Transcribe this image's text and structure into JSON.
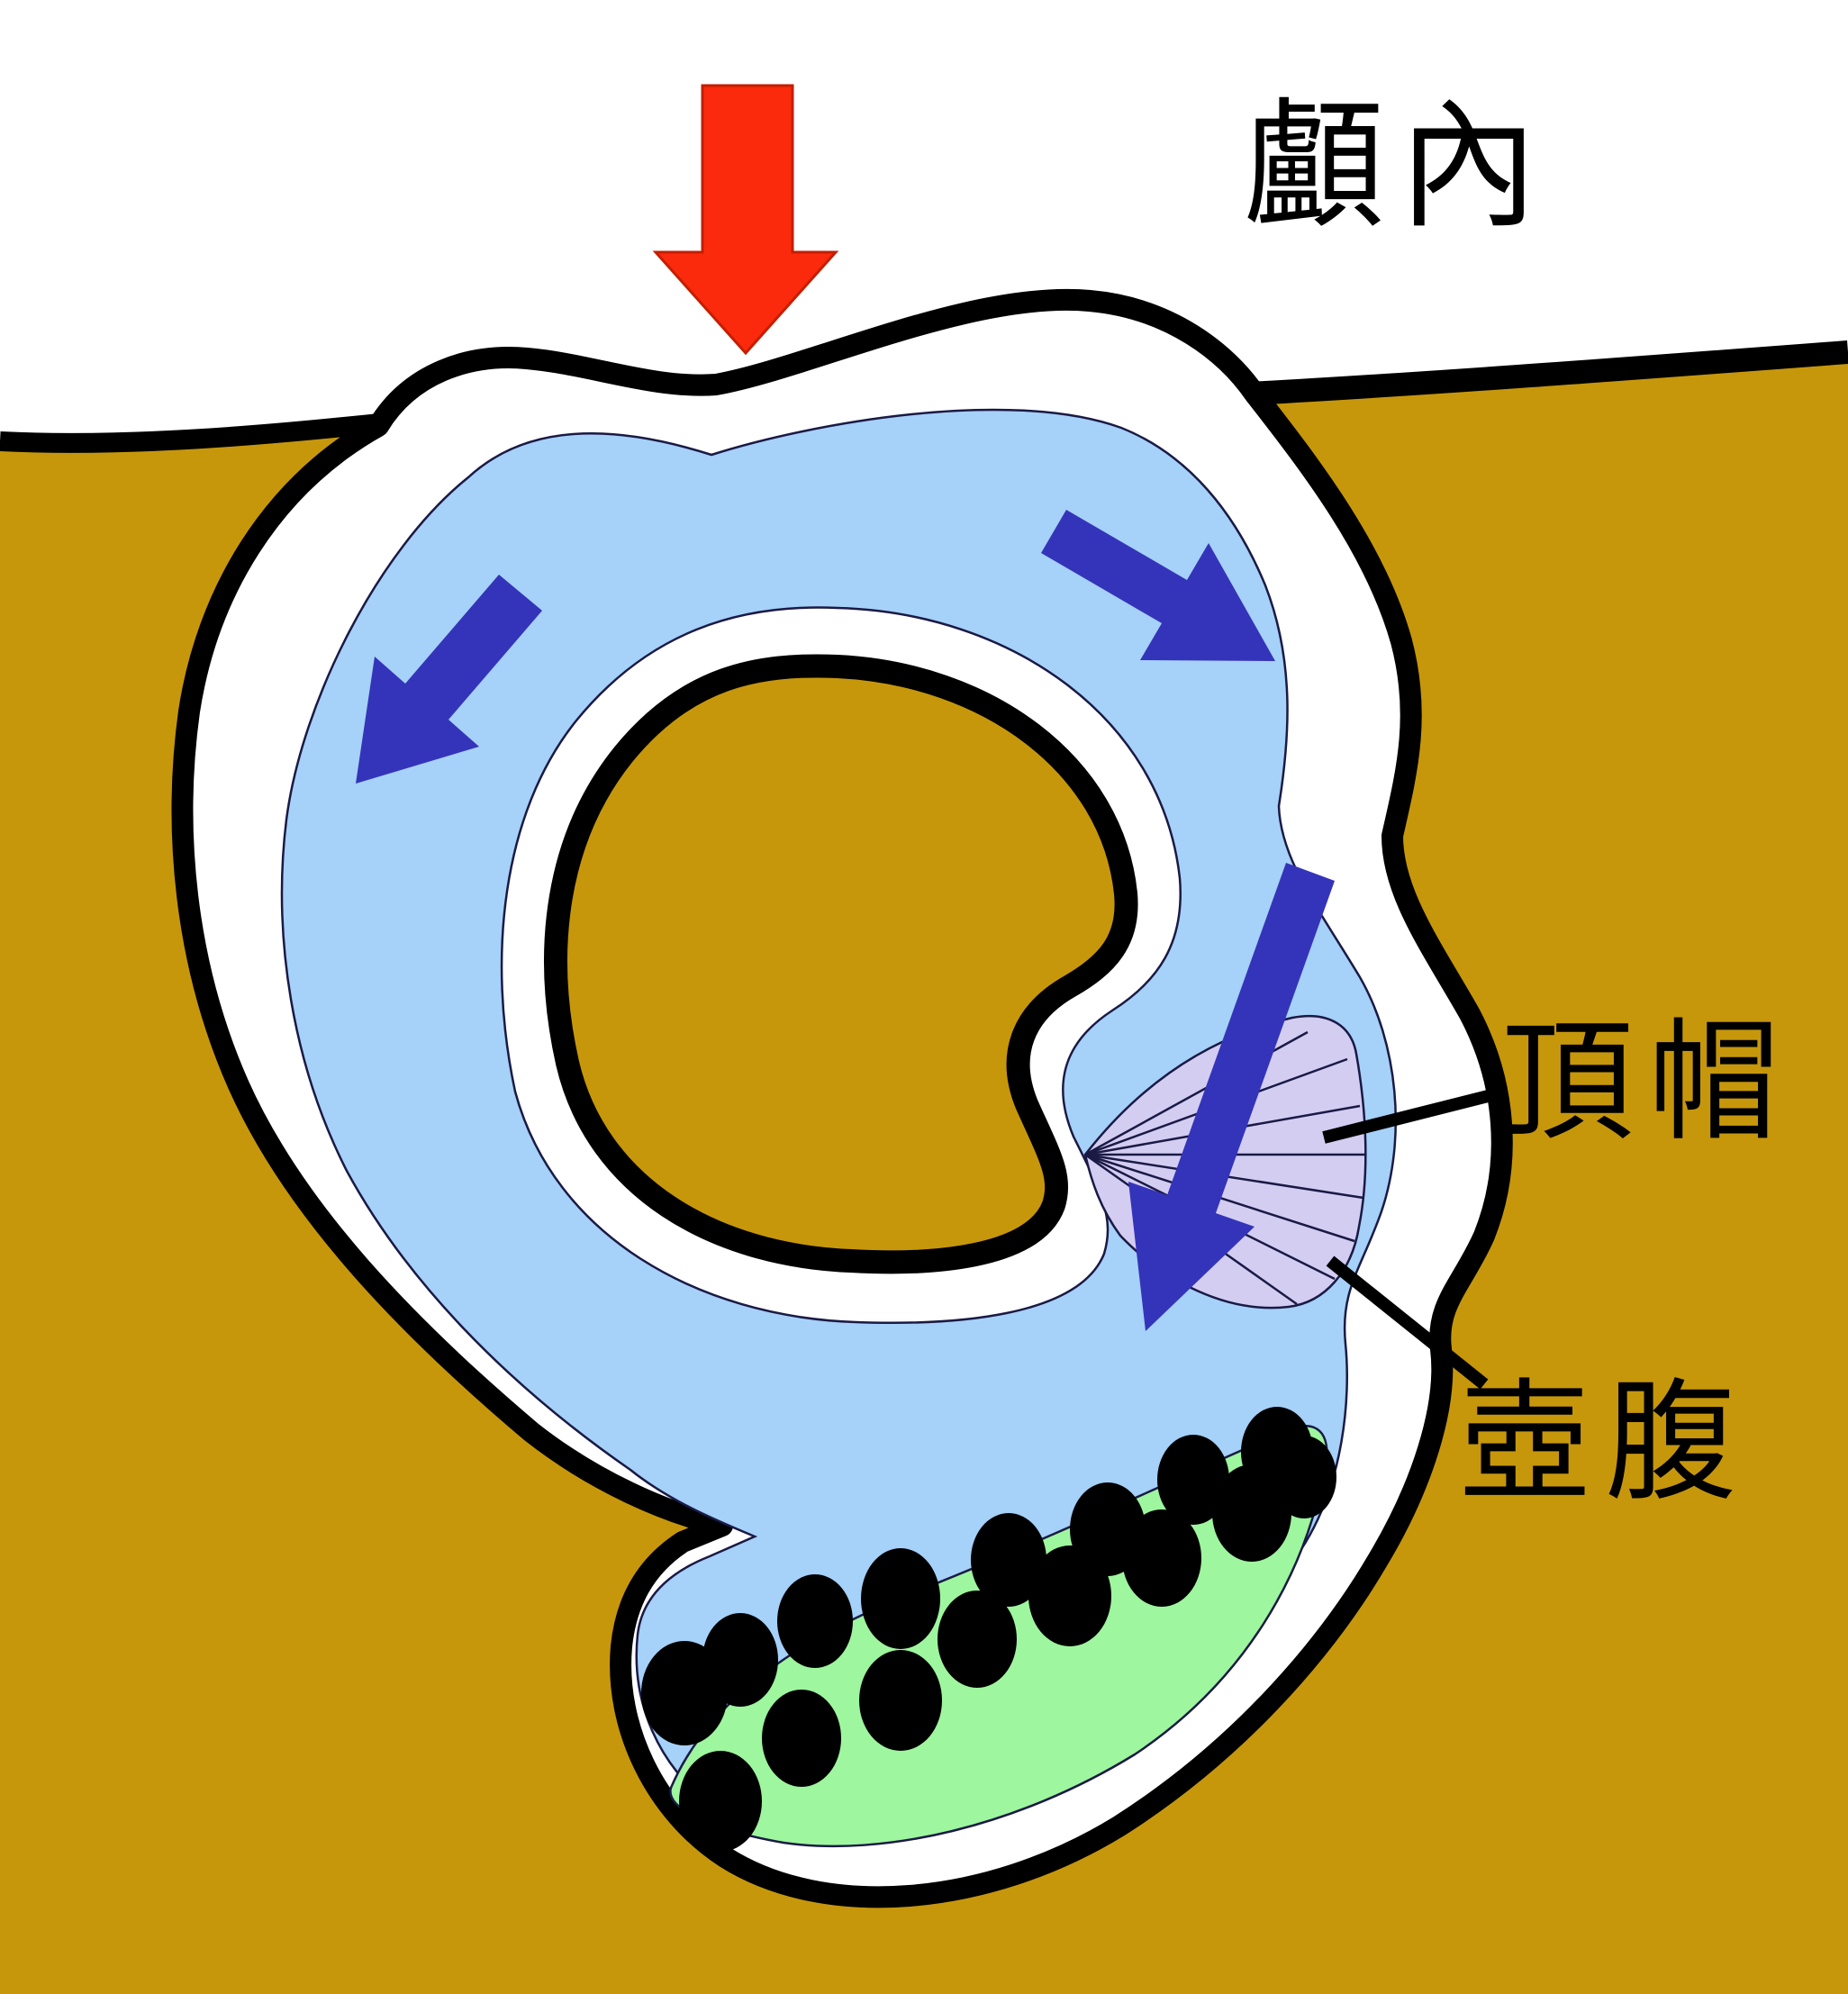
{
  "figure": {
    "region_label": "顱內",
    "labels": {
      "cupula": "頂帽",
      "ampulla": "壺腹"
    },
    "colors": {
      "sky": "#ffffff",
      "bone": "#c7970b",
      "membrane_space": "#ffffff",
      "outline": "#000000",
      "endolymph_fluid": "#a6d1f8",
      "thin_outline": "#1a1a45",
      "cupula_fill": "#d3cdf2",
      "macula_green": "#9ef69e",
      "otoconia": "#000000",
      "flow_arrow_blue": "#3434ba",
      "pressure_arrow_red": "#fb2a0d"
    },
    "icons": {
      "pressure_arrow": "red-block-down-arrow",
      "flow_arrow_left": "blue-arrow-down-left",
      "flow_arrow_right": "blue-arrow-down-right",
      "flow_arrow_cupula": "blue-arrow-down-through-cupula"
    }
  }
}
